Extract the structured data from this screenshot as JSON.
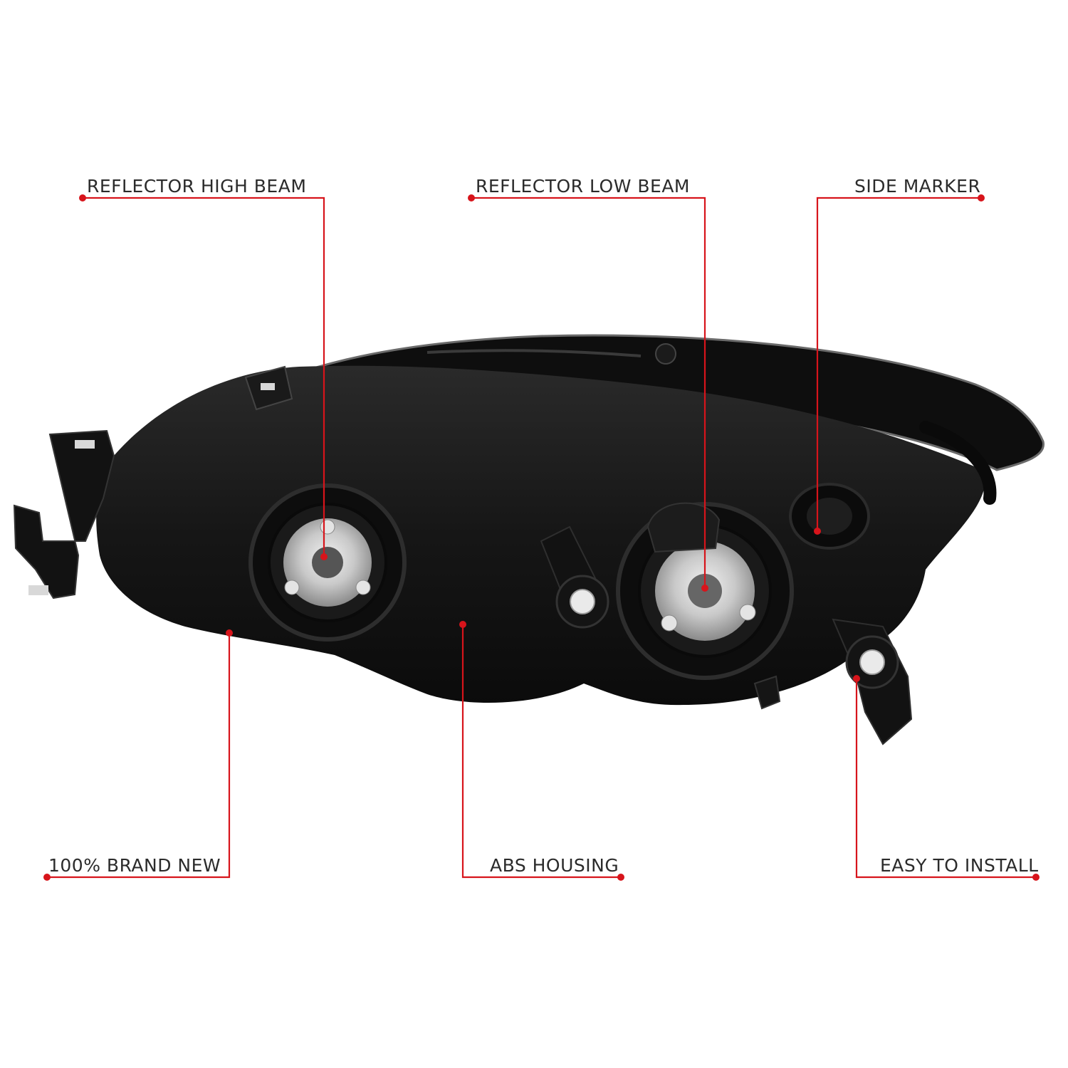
{
  "colors": {
    "accent": "#d7141b",
    "housing_dark": "#141414",
    "background": "#ffffff"
  },
  "callouts": {
    "high_beam": "REFLECTOR HIGH BEAM",
    "low_beam": "REFLECTOR LOW BEAM",
    "side_marker": "SIDE MARKER",
    "brand_new": "100% BRAND NEW",
    "abs_housing": "ABS HOUSING",
    "easy_install": "EASY TO INSTALL"
  }
}
